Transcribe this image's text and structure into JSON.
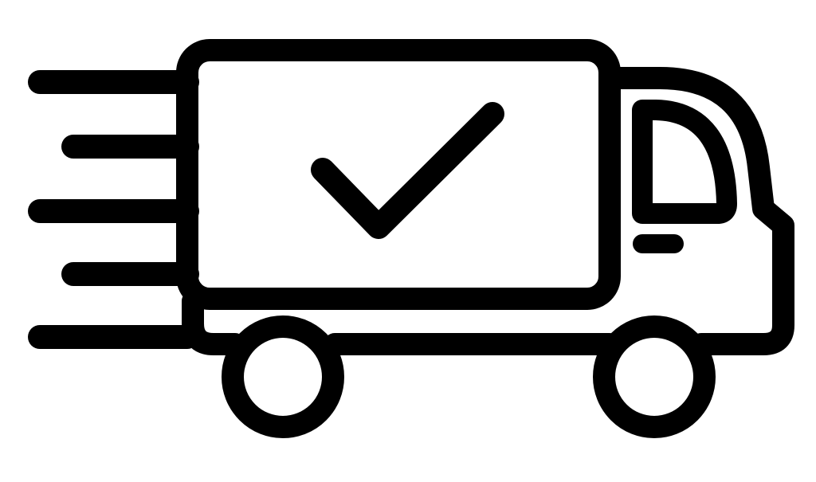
{
  "icon": {
    "name": "delivery-truck-check-icon",
    "stroke_color": "#000000",
    "fill_color": "#ffffff",
    "background_color": "#ffffff"
  },
  "parts": [
    "speed-lines",
    "cargo-box",
    "check-mark",
    "cab",
    "window",
    "headlight",
    "front-wheel",
    "rear-wheel"
  ]
}
